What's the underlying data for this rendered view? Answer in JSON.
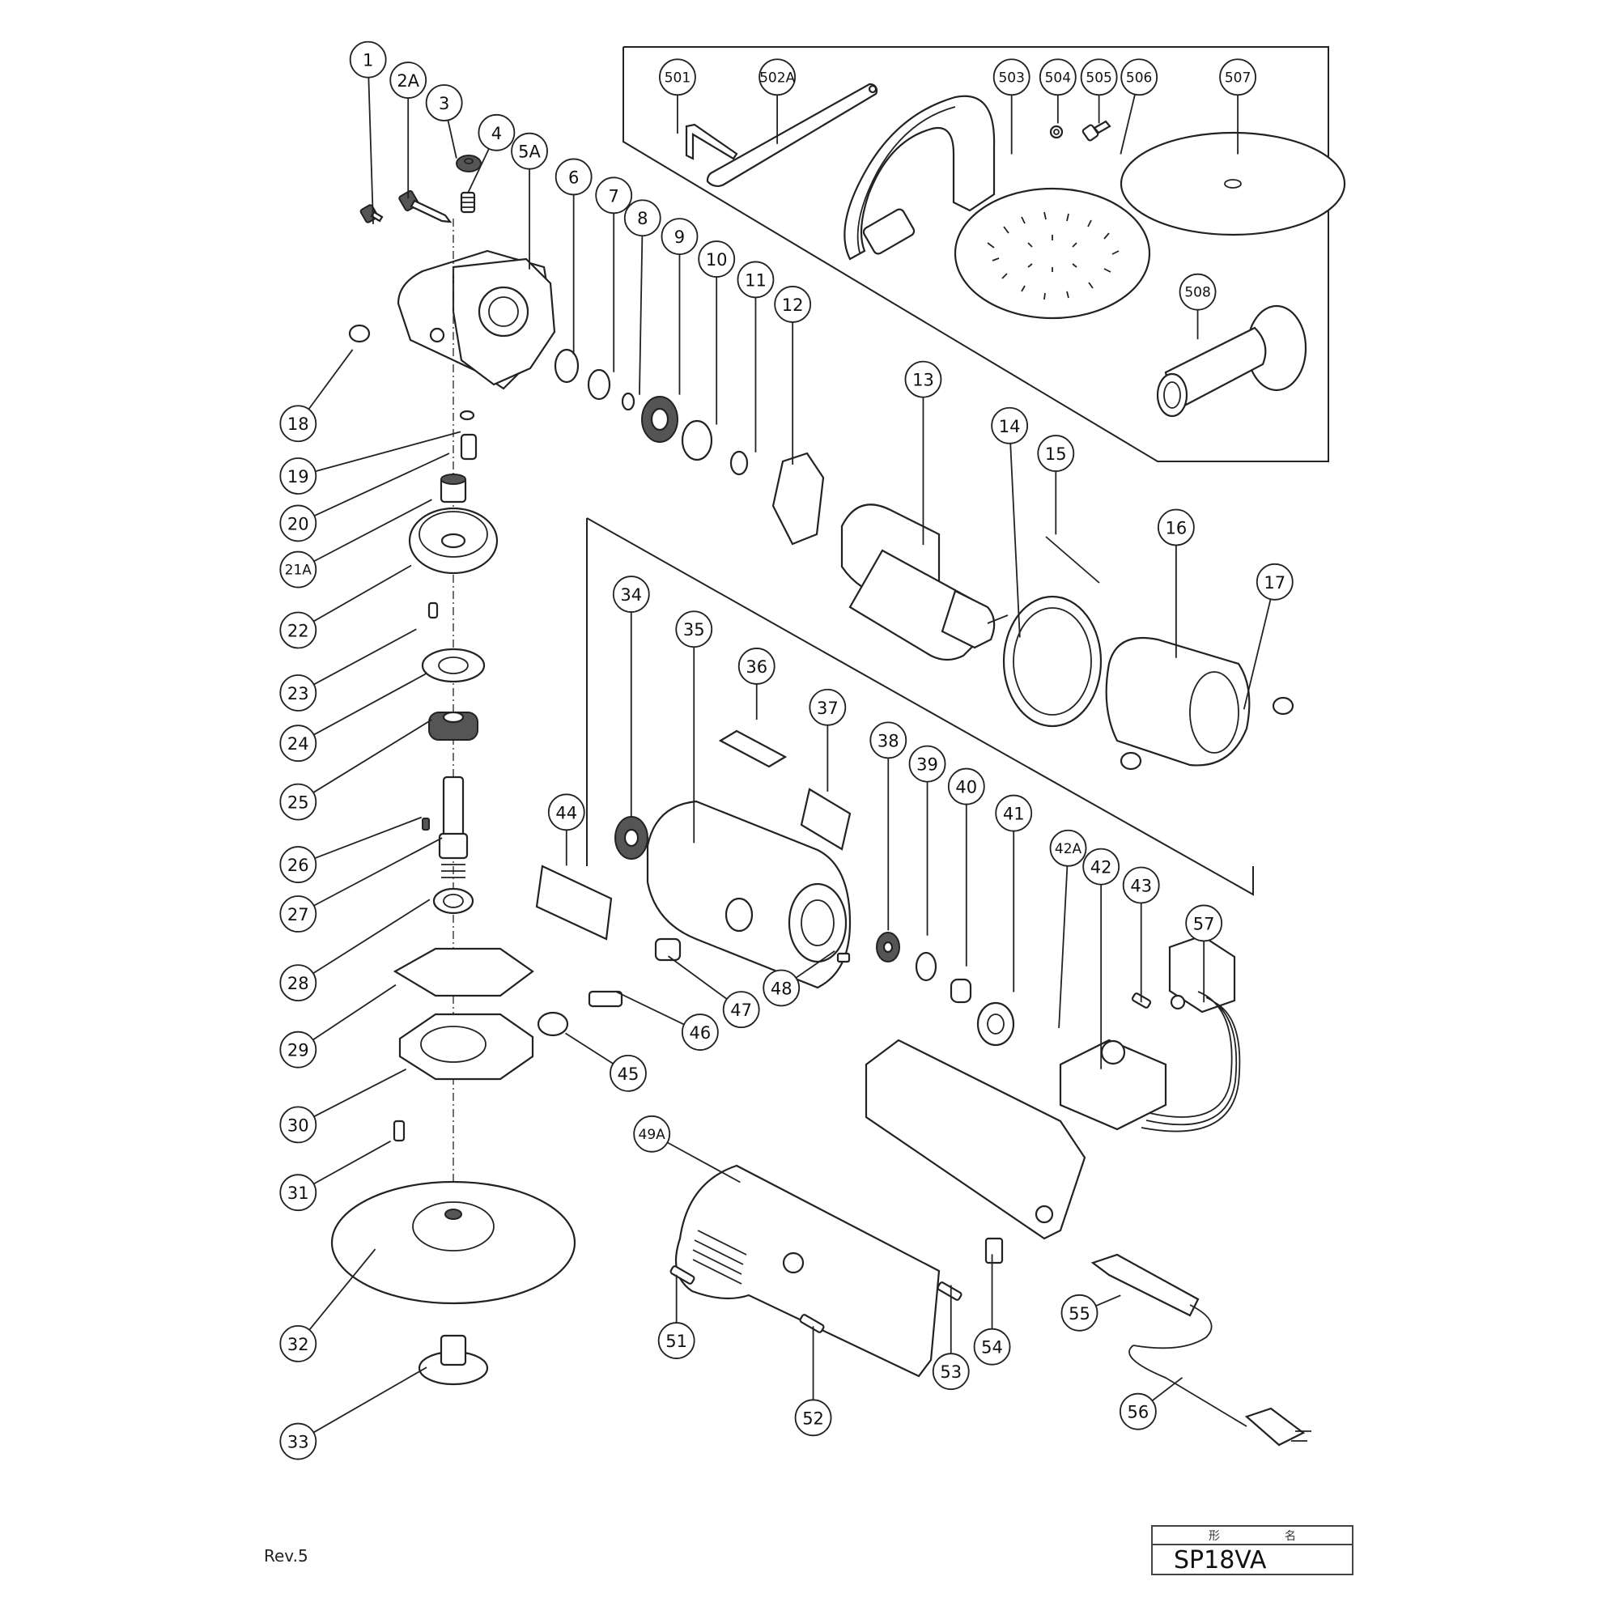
{
  "document": {
    "type": "exploded parts diagram",
    "revision": "Rev.5",
    "title_block": {
      "header_left": "形",
      "header_right": "名",
      "model": "SP18VA"
    }
  },
  "callouts": {
    "gear_head": [
      "1",
      "2A",
      "3",
      "4",
      "5A",
      "6",
      "7",
      "8",
      "9",
      "10",
      "11",
      "12"
    ],
    "spindle_column": [
      "18",
      "19",
      "20",
      "21A",
      "22",
      "23",
      "24",
      "25",
      "26",
      "27",
      "28",
      "29",
      "30",
      "31",
      "32",
      "33"
    ],
    "armature_stator": [
      "13",
      "14",
      "15",
      "16",
      "17"
    ],
    "housing_group": [
      "34",
      "35",
      "36",
      "37",
      "38",
      "39",
      "40",
      "41",
      "44",
      "45",
      "46",
      "47",
      "48"
    ],
    "switch_group": [
      "42A",
      "42",
      "43",
      "57"
    ],
    "handle_cord_group": [
      "49A",
      "51",
      "52",
      "53",
      "54",
      "55",
      "56"
    ],
    "accessories": [
      "501",
      "502A",
      "503",
      "504",
      "505",
      "506",
      "507",
      "508"
    ]
  }
}
